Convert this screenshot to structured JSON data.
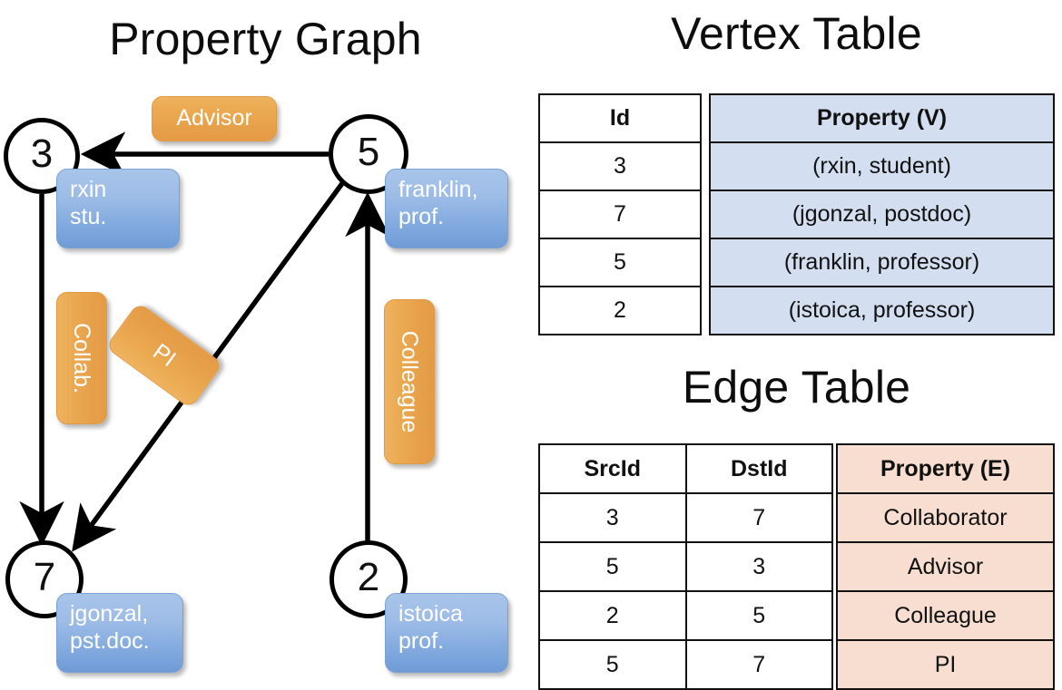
{
  "titles": {
    "property_graph": "Property Graph",
    "vertex_table": "Vertex Table",
    "edge_table": "Edge Table"
  },
  "graph": {
    "nodes": [
      {
        "id": "3",
        "property_label": [
          "rxin",
          "stu."
        ]
      },
      {
        "id": "5",
        "property_label": [
          "franklin,",
          "prof."
        ]
      },
      {
        "id": "7",
        "property_label": [
          "jgonzal,",
          "pst.doc."
        ]
      },
      {
        "id": "2",
        "property_label": [
          "istoica",
          "prof."
        ]
      }
    ],
    "edge_labels": {
      "advisor": "Advisor",
      "collab": "Collab.",
      "pi": "PI",
      "colleague": "Colleague"
    },
    "edges": [
      {
        "src": "5",
        "dst": "3",
        "label": "Advisor"
      },
      {
        "src": "3",
        "dst": "7",
        "label": "Collab."
      },
      {
        "src": "5",
        "dst": "7",
        "label": "PI"
      },
      {
        "src": "2",
        "dst": "5",
        "label": "Colleague"
      }
    ]
  },
  "vertex_table": {
    "headers": {
      "id": "Id",
      "property": "Property (V)"
    },
    "rows": [
      {
        "id": "3",
        "property": "(rxin, student)"
      },
      {
        "id": "7",
        "property": "(jgonzal, postdoc)"
      },
      {
        "id": "5",
        "property": "(franklin, professor)"
      },
      {
        "id": "2",
        "property": "(istoica, professor)"
      }
    ]
  },
  "edge_table": {
    "headers": {
      "src": "SrcId",
      "dst": "DstId",
      "property": "Property (E)"
    },
    "rows": [
      {
        "src": "3",
        "dst": "7",
        "property": "Collaborator"
      },
      {
        "src": "5",
        "dst": "3",
        "property": "Advisor"
      },
      {
        "src": "2",
        "dst": "5",
        "property": "Colleague"
      },
      {
        "src": "5",
        "dst": "7",
        "property": "PI"
      }
    ]
  },
  "colors": {
    "vertex_header_fill": "#d3dff0",
    "edge_header_fill": "#f7ded0",
    "node_box_blue": "#7fa8de",
    "edge_box_orange": "#eaa84f",
    "stroke": "#111111",
    "background": "#ffffff"
  }
}
